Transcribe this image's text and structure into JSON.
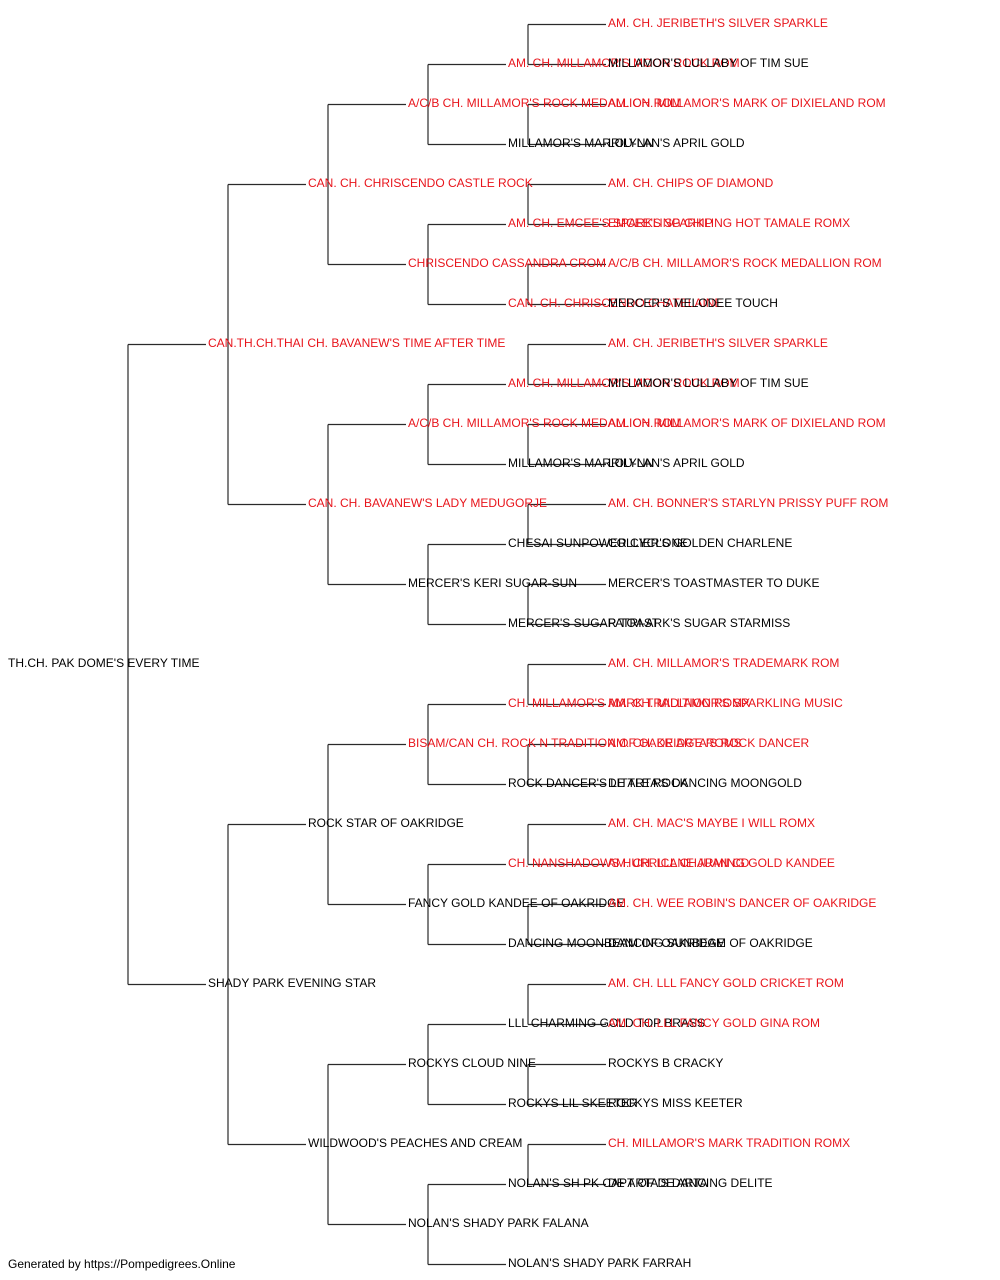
{
  "pedigree": {
    "name": "TH.CH. PAK DOME'S EVERY TIME",
    "champion": false,
    "sire": {
      "name": "CAN.TH.CH.THAI CH. BAVANEW'S TIME AFTER TIME",
      "champion": true,
      "sire": {
        "name": "CAN. CH. CHRISCENDO CASTLE ROCK",
        "champion": true,
        "sire": {
          "name": "A/C/B CH. MILLAMOR'S ROCK MEDALLION ROM",
          "champion": true,
          "sire": {
            "name": "AM. CH. MILLAMOR'S MOON ROCK ROM",
            "champion": true,
            "sire": {
              "name": "AM. CH. JERIBETH'S SILVER SPARKLE",
              "champion": true
            },
            "dam": {
              "name": "MILLAMOR'S LULLABY OF TIM SUE",
              "champion": false
            }
          },
          "dam": {
            "name": "MILLAMOR'S MARRILYNN",
            "champion": false,
            "sire": {
              "name": "AM. CH. MILLAMOR'S MARK OF DIXIELAND ROM",
              "champion": true
            },
            "dam": {
              "name": "LOU-LAN'S APRIL GOLD",
              "champion": false
            }
          }
        },
        "dam": {
          "name": "CHRISCENDO CASSANDRA CROM",
          "champion": true,
          "sire": {
            "name": "AM. CH. EMCEE'S SPARKLING CHIP",
            "champion": true,
            "sire": {
              "name": "AM. CH. CHIPS OF DIAMOND",
              "champion": true
            },
            "dam": {
              "name": "EMCEE'S SPARKLING HOT TAMALE ROMX",
              "champion": true
            }
          },
          "dam": {
            "name": "CAN. CH. CHRISCENDO CHATELAINE",
            "champion": true,
            "sire": {
              "name": "A/C/B CH. MILLAMOR'S ROCK MEDALLION ROM",
              "champion": true
            },
            "dam": {
              "name": "MERCER'S MELODEE TOUCH",
              "champion": false
            }
          }
        }
      },
      "dam": {
        "name": "CAN. CH. BAVANEW'S LADY MEDUGORJE",
        "champion": true,
        "sire": {
          "name": "A/C/B CH. MILLAMOR'S ROCK MEDALLION ROM",
          "champion": true,
          "sire": {
            "name": "AM. CH. MILLAMOR'S MOON ROCK ROM",
            "champion": true,
            "sire": {
              "name": "AM. CH. JERIBETH'S SILVER SPARKLE",
              "champion": true
            },
            "dam": {
              "name": "MILLAMOR'S LULLABY OF TIM SUE",
              "champion": false
            }
          },
          "dam": {
            "name": "MILLAMOR'S MARRILYNN",
            "champion": false,
            "sire": {
              "name": "AM. CH. MILLAMOR'S MARK OF DIXIELAND ROM",
              "champion": true
            },
            "dam": {
              "name": "LOU-LAN'S APRIL GOLD",
              "champion": false
            }
          }
        },
        "dam": {
          "name": "MERCER'S KERI SUGAR-SUN",
          "champion": false,
          "sire": {
            "name": "CHESAI SUNPOWER CYCLONE",
            "champion": false,
            "sire": {
              "name": "AM. CH. BONNER'S STARLYN PRISSY PUFF ROM",
              "champion": true
            },
            "dam": {
              "name": "COLLIER'S GOLDEN CHARLENE",
              "champion": false
            }
          },
          "dam": {
            "name": "MERCER'S SUGAR TOAST",
            "champion": false,
            "sire": {
              "name": "MERCER'S TOASTMASTER TO DUKE",
              "champion": false
            },
            "dam": {
              "name": "PATRI-ARK'S SUGAR STARMISS",
              "champion": false
            }
          }
        }
      }
    },
    "dam": {
      "name": "SHADY PARK EVENING STAR",
      "champion": false,
      "sire": {
        "name": "ROCK STAR OF OAKRIDGE",
        "champion": false,
        "sire": {
          "name": "BISAM/CAN CH. ROCK N TRADITION OF OAKRIDGE ROMS",
          "champion": true,
          "sire": {
            "name": "CH. MILLAMOR'S MARK TRADITION ROMX",
            "champion": true,
            "sire": {
              "name": "AM. CH. MILLAMOR'S TRADEMARK ROM",
              "champion": true
            },
            "dam": {
              "name": "AM. CH. MILLAMOR'S SPARKLING MUSIC",
              "champion": true
            }
          },
          "dam": {
            "name": "ROCK DANCER'S LITTLE ROCK",
            "champion": false,
            "sire": {
              "name": "AM. CH. DE ARTA'S ROCK DANCER",
              "champion": true
            },
            "dam": {
              "name": "DE ARTA'S DANCING MOONGOLD",
              "champion": false
            }
          }
        },
        "dam": {
          "name": "FANCY GOLD KANDEE OF OAKRIDGE",
          "champion": false,
          "sire": {
            "name": "CH. NANSHADOWS HURRICANE JUAN CD",
            "champion": true,
            "sire": {
              "name": "AM. CH. MAC'S MAYBE I WILL ROMX",
              "champion": true
            },
            "dam": {
              "name": "AM. CH. LLL CHARMING GOLD KANDEE",
              "champion": true
            }
          },
          "dam": {
            "name": "DANCING MOONBEAM OF OAKRIDGE",
            "champion": false,
            "sire": {
              "name": "AM. CH. WEE ROBIN'S DANCER OF OAKRIDGE",
              "champion": true
            },
            "dam": {
              "name": "DANCING SUNBEAM OF OAKRIDGE",
              "champion": false
            }
          }
        }
      },
      "dam": {
        "name": "WILDWOOD'S PEACHES AND CREAM",
        "champion": false,
        "sire": {
          "name": "ROCKYS CLOUD NINE",
          "champion": false,
          "sire": {
            "name": "LLL CHARMING GOLD TOP BRASS",
            "champion": false,
            "sire": {
              "name": "AM. CH. LLL FANCY GOLD CRICKET ROM",
              "champion": true
            },
            "dam": {
              "name": "AM. CH. LLL FANCY GOLD GINA ROM",
              "champion": true
            }
          },
          "dam": {
            "name": "ROCKYS LIL SKEETER",
            "champion": false,
            "sire": {
              "name": "ROCKYS B CRACKY",
              "champion": false
            },
            "dam": {
              "name": "ROCKYS MISS KEETER",
              "champion": false
            }
          }
        },
        "dam": {
          "name": "NOLAN'S SHADY PARK FALANA",
          "champion": false,
          "sire": {
            "name": "NOLAN'S SH PK CAPT OF DE ARTA",
            "champion": false,
            "sire": {
              "name": "CH. MILLAMOR'S MARK TRADITION ROMX",
              "champion": true
            },
            "dam": {
              "name": "DE ARTA'S DANCING DELITE",
              "champion": false
            }
          },
          "dam": {
            "name": "NOLAN'S SHADY PARK FARRAH",
            "champion": false
          }
        }
      }
    }
  },
  "colors": {
    "champion": "#e8141b",
    "default": "#000000",
    "line": "#2a2a2a"
  },
  "footer": "Generated by https://Pompedigrees.Online"
}
